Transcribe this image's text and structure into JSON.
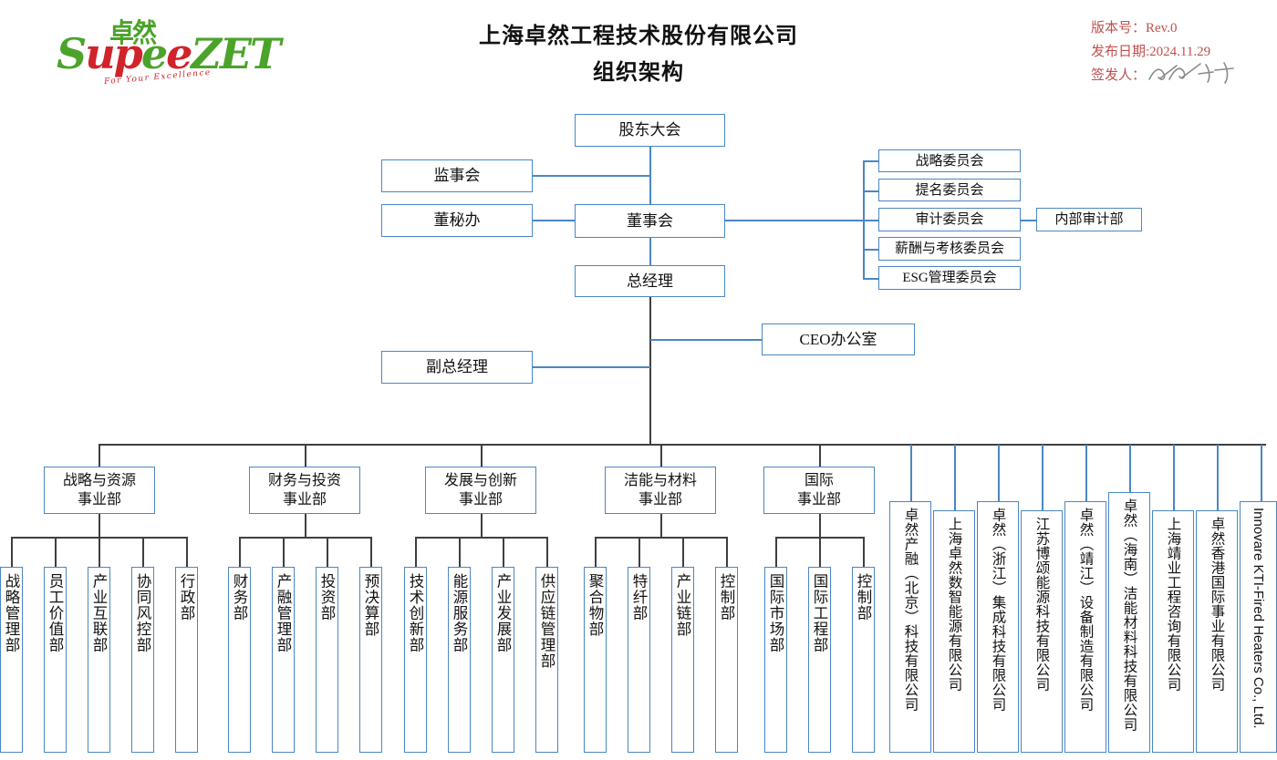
{
  "logo": {
    "cn": "卓然",
    "supe": "Supe",
    "zet": "ZET",
    "tagline": "For Your Excellence"
  },
  "header": {
    "title_line1": "上海卓然工程技术股份有限公司",
    "title_line2": "组织架构",
    "version_label": "版本号：Rev.0",
    "date_label": "发布日期:2024.11.29",
    "issuer_label": "签发人："
  },
  "nodes": {
    "shareholders": "股东大会",
    "supervisory": "监事会",
    "board_secretary": "董秘办",
    "board": "董事会",
    "general_manager": "总经理",
    "deputy_gm": "副总经理",
    "ceo_office": "CEO办公室",
    "internal_audit": "内部审计部"
  },
  "committees": [
    "战略委员会",
    "提名委员会",
    "审计委员会",
    "薪酬与考核委员会",
    "ESG管理委员会"
  ],
  "divisions": [
    {
      "name_line1": "战略与资源",
      "name_line2": "事业部",
      "departments": [
        "战略管理部",
        "员工价值部",
        "产业互联部",
        "协同风控部",
        "行政部"
      ]
    },
    {
      "name_line1": "财务与投资",
      "name_line2": "事业部",
      "departments": [
        "财务部",
        "产融管理部",
        "投资部",
        "预决算部"
      ]
    },
    {
      "name_line1": "发展与创新",
      "name_line2": "事业部",
      "departments": [
        "技术创新部",
        "能源服务部",
        "产业发展部",
        "供应链管理部"
      ]
    },
    {
      "name_line1": "洁能与材料",
      "name_line2": "事业部",
      "departments": [
        "聚合物部",
        "特纤部",
        "产业链部",
        "控制部"
      ]
    },
    {
      "name_line1": "国际",
      "name_line2": "事业部",
      "departments": [
        "国际市场部",
        "国际工程部",
        "控制部"
      ]
    }
  ],
  "subsidiaries": [
    "卓然产融（北京）科技有限公司",
    "上海卓然数智能源有限公司",
    "卓然（浙江）集成科技有限公司",
    "江苏博颂能源科技有限公司",
    "卓然（靖江）设备制造有限公司",
    "卓然（海南）洁能材料科技有限公司",
    "上海靖业工程咨询有限公司",
    "卓然香港国际事业有限公司",
    "Innovare KTI-Fired Heaters Co., Ltd."
  ],
  "colors": {
    "box_border": "#4a87c4",
    "connector_dark": "#3f3f3f",
    "meta_text": "#c0504d",
    "logo_green": "#4ca32a",
    "logo_red": "#d1232a"
  }
}
